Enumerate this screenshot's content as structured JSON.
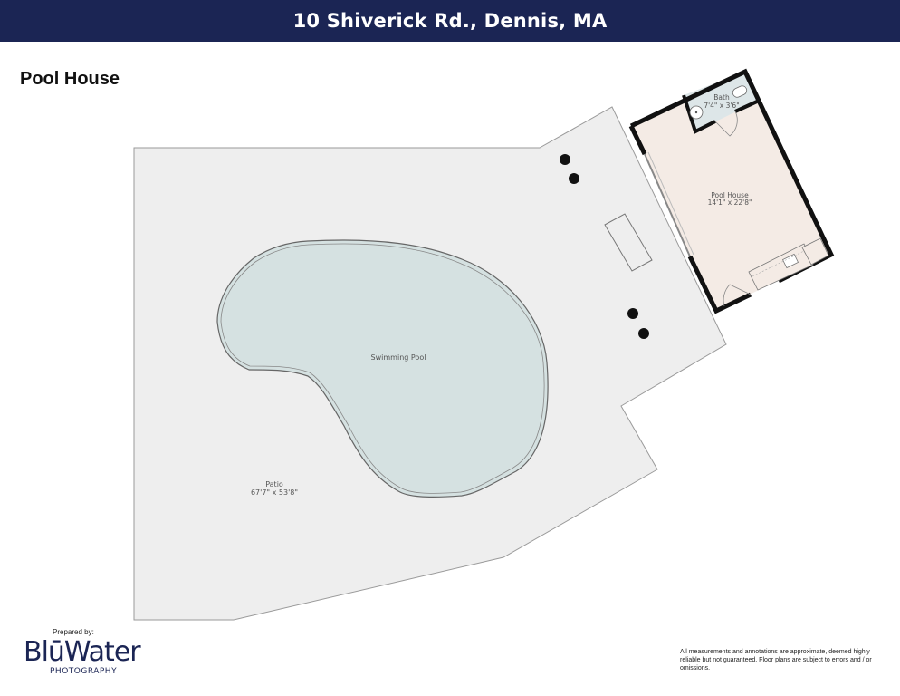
{
  "header": {
    "title": "10 Shiverick Rd., Dennis, MA"
  },
  "floor": {
    "title": "Pool House"
  },
  "rooms": {
    "bath": {
      "name": "Bath",
      "dims": "7'4\" x 3'6\""
    },
    "pool_house": {
      "name": "Pool House",
      "dims": "14'1\" x 22'8\""
    },
    "swimming_pool": {
      "name": "Swimming Pool"
    },
    "patio": {
      "name": "Patio",
      "dims": "67'7\" x 53'8\""
    }
  },
  "footer": {
    "prepared_by": "Prepared by:",
    "brand_name": "BlūWater",
    "brand_sub": "PHOTOGRAPHY",
    "disclaimer": "All measurements and annotations are approximate, deemed highly reliable but not guaranteed. Floor plans are subject to errors and / or omissions."
  },
  "colors": {
    "header_bg": "#1b2554",
    "patio_fill": "#eeeeee",
    "pool_fill": "#d5e1e1",
    "room_fill": "#f4ebe5",
    "wall": "#111111"
  }
}
